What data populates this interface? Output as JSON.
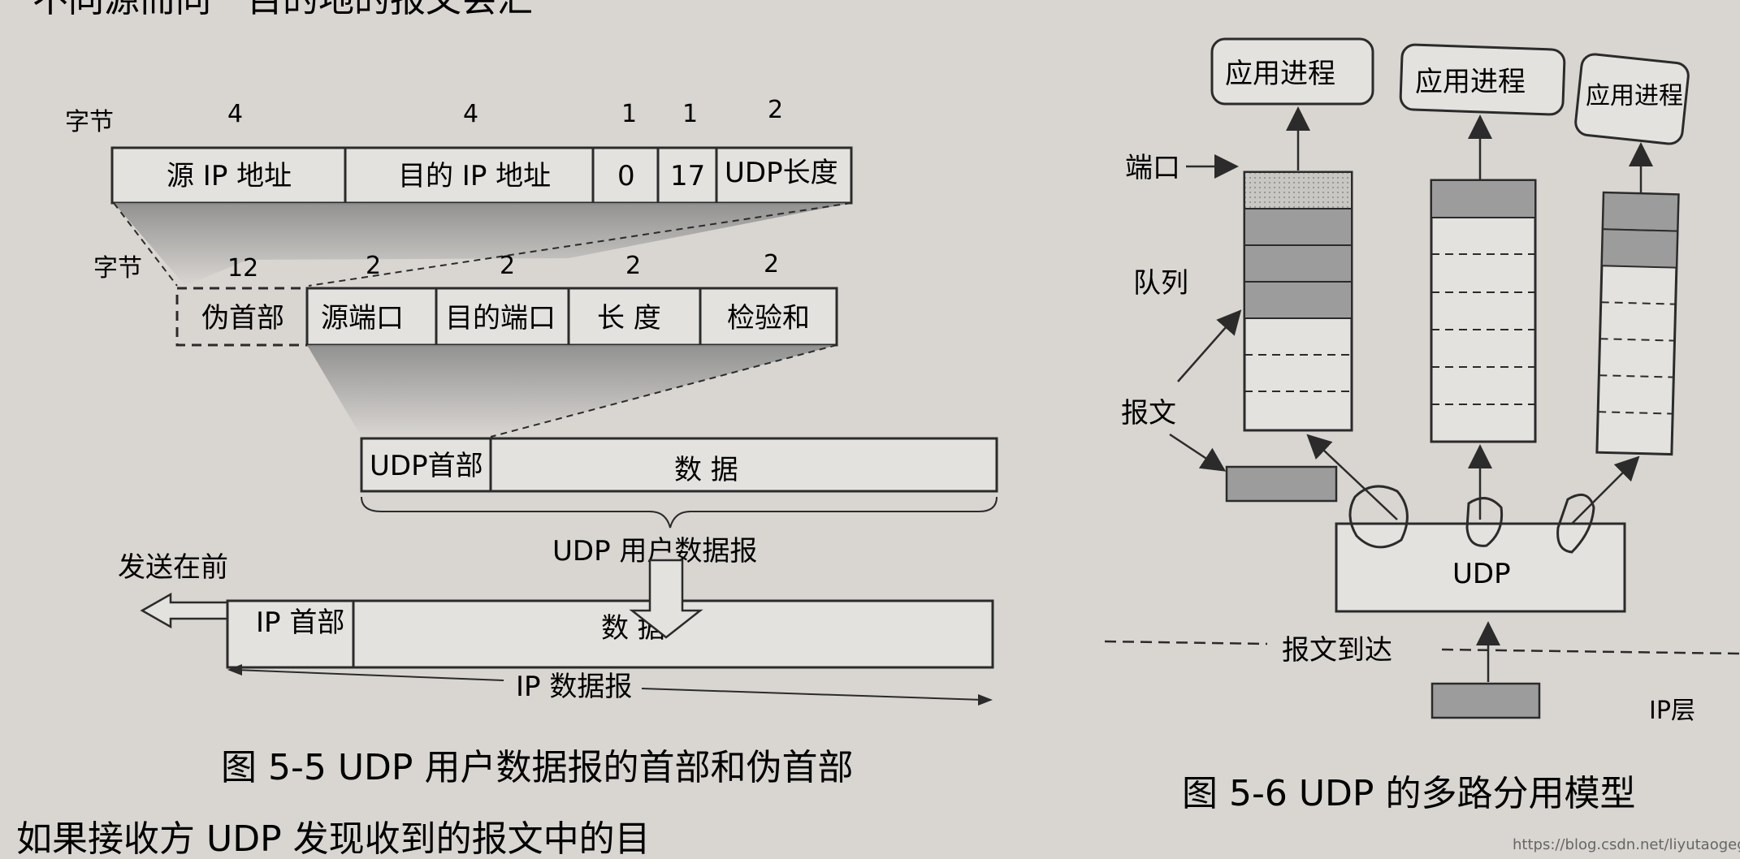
{
  "top_text": "不同源而同一目的地的报文会汇",
  "fig5_5": {
    "caption": "图 5-5   UDP 用户数据报的首部和伪首部",
    "bytes_label": "字节",
    "pseudo_header_bytes": [
      "4",
      "4",
      "1",
      "1",
      "2"
    ],
    "pseudo_header_fields": [
      "源 IP 地址",
      "目的 IP 地址",
      "0",
      "17",
      "UDP长度"
    ],
    "udp_header_bytes": [
      "12",
      "2",
      "2",
      "2",
      "2"
    ],
    "udp_header_fields": [
      "伪首部",
      "源端口",
      "目的端口",
      "长 度",
      "检验和"
    ],
    "udp_datagram": {
      "header": "UDP首部",
      "data": "数    据",
      "label": "UDP 用户数据报"
    },
    "ip_datagram": {
      "header": "IP 首部",
      "data": "数    据",
      "label": "IP 数据报"
    },
    "send_first": "发送在前"
  },
  "fig5_6": {
    "caption": "图 5-6   UDP 的多路分用模型",
    "app_processes": [
      "应用进程",
      "应用进程",
      "应用进程"
    ],
    "port_label": "端口",
    "queue_label": "队列",
    "message_label": "报文",
    "udp_label": "UDP",
    "arrival_label": "报文到达",
    "ip_layer_label": "IP层"
  },
  "bottom_text": "如果接收方 UDP 发现收到的报文中的目",
  "watermark": "https://blog.csdn.net/liyutaogege",
  "colors": {
    "paper": "#d9d6d2",
    "ink": "#2b2b2b",
    "shade": "#8f8f8f",
    "box_fill": "#e4e2df"
  }
}
